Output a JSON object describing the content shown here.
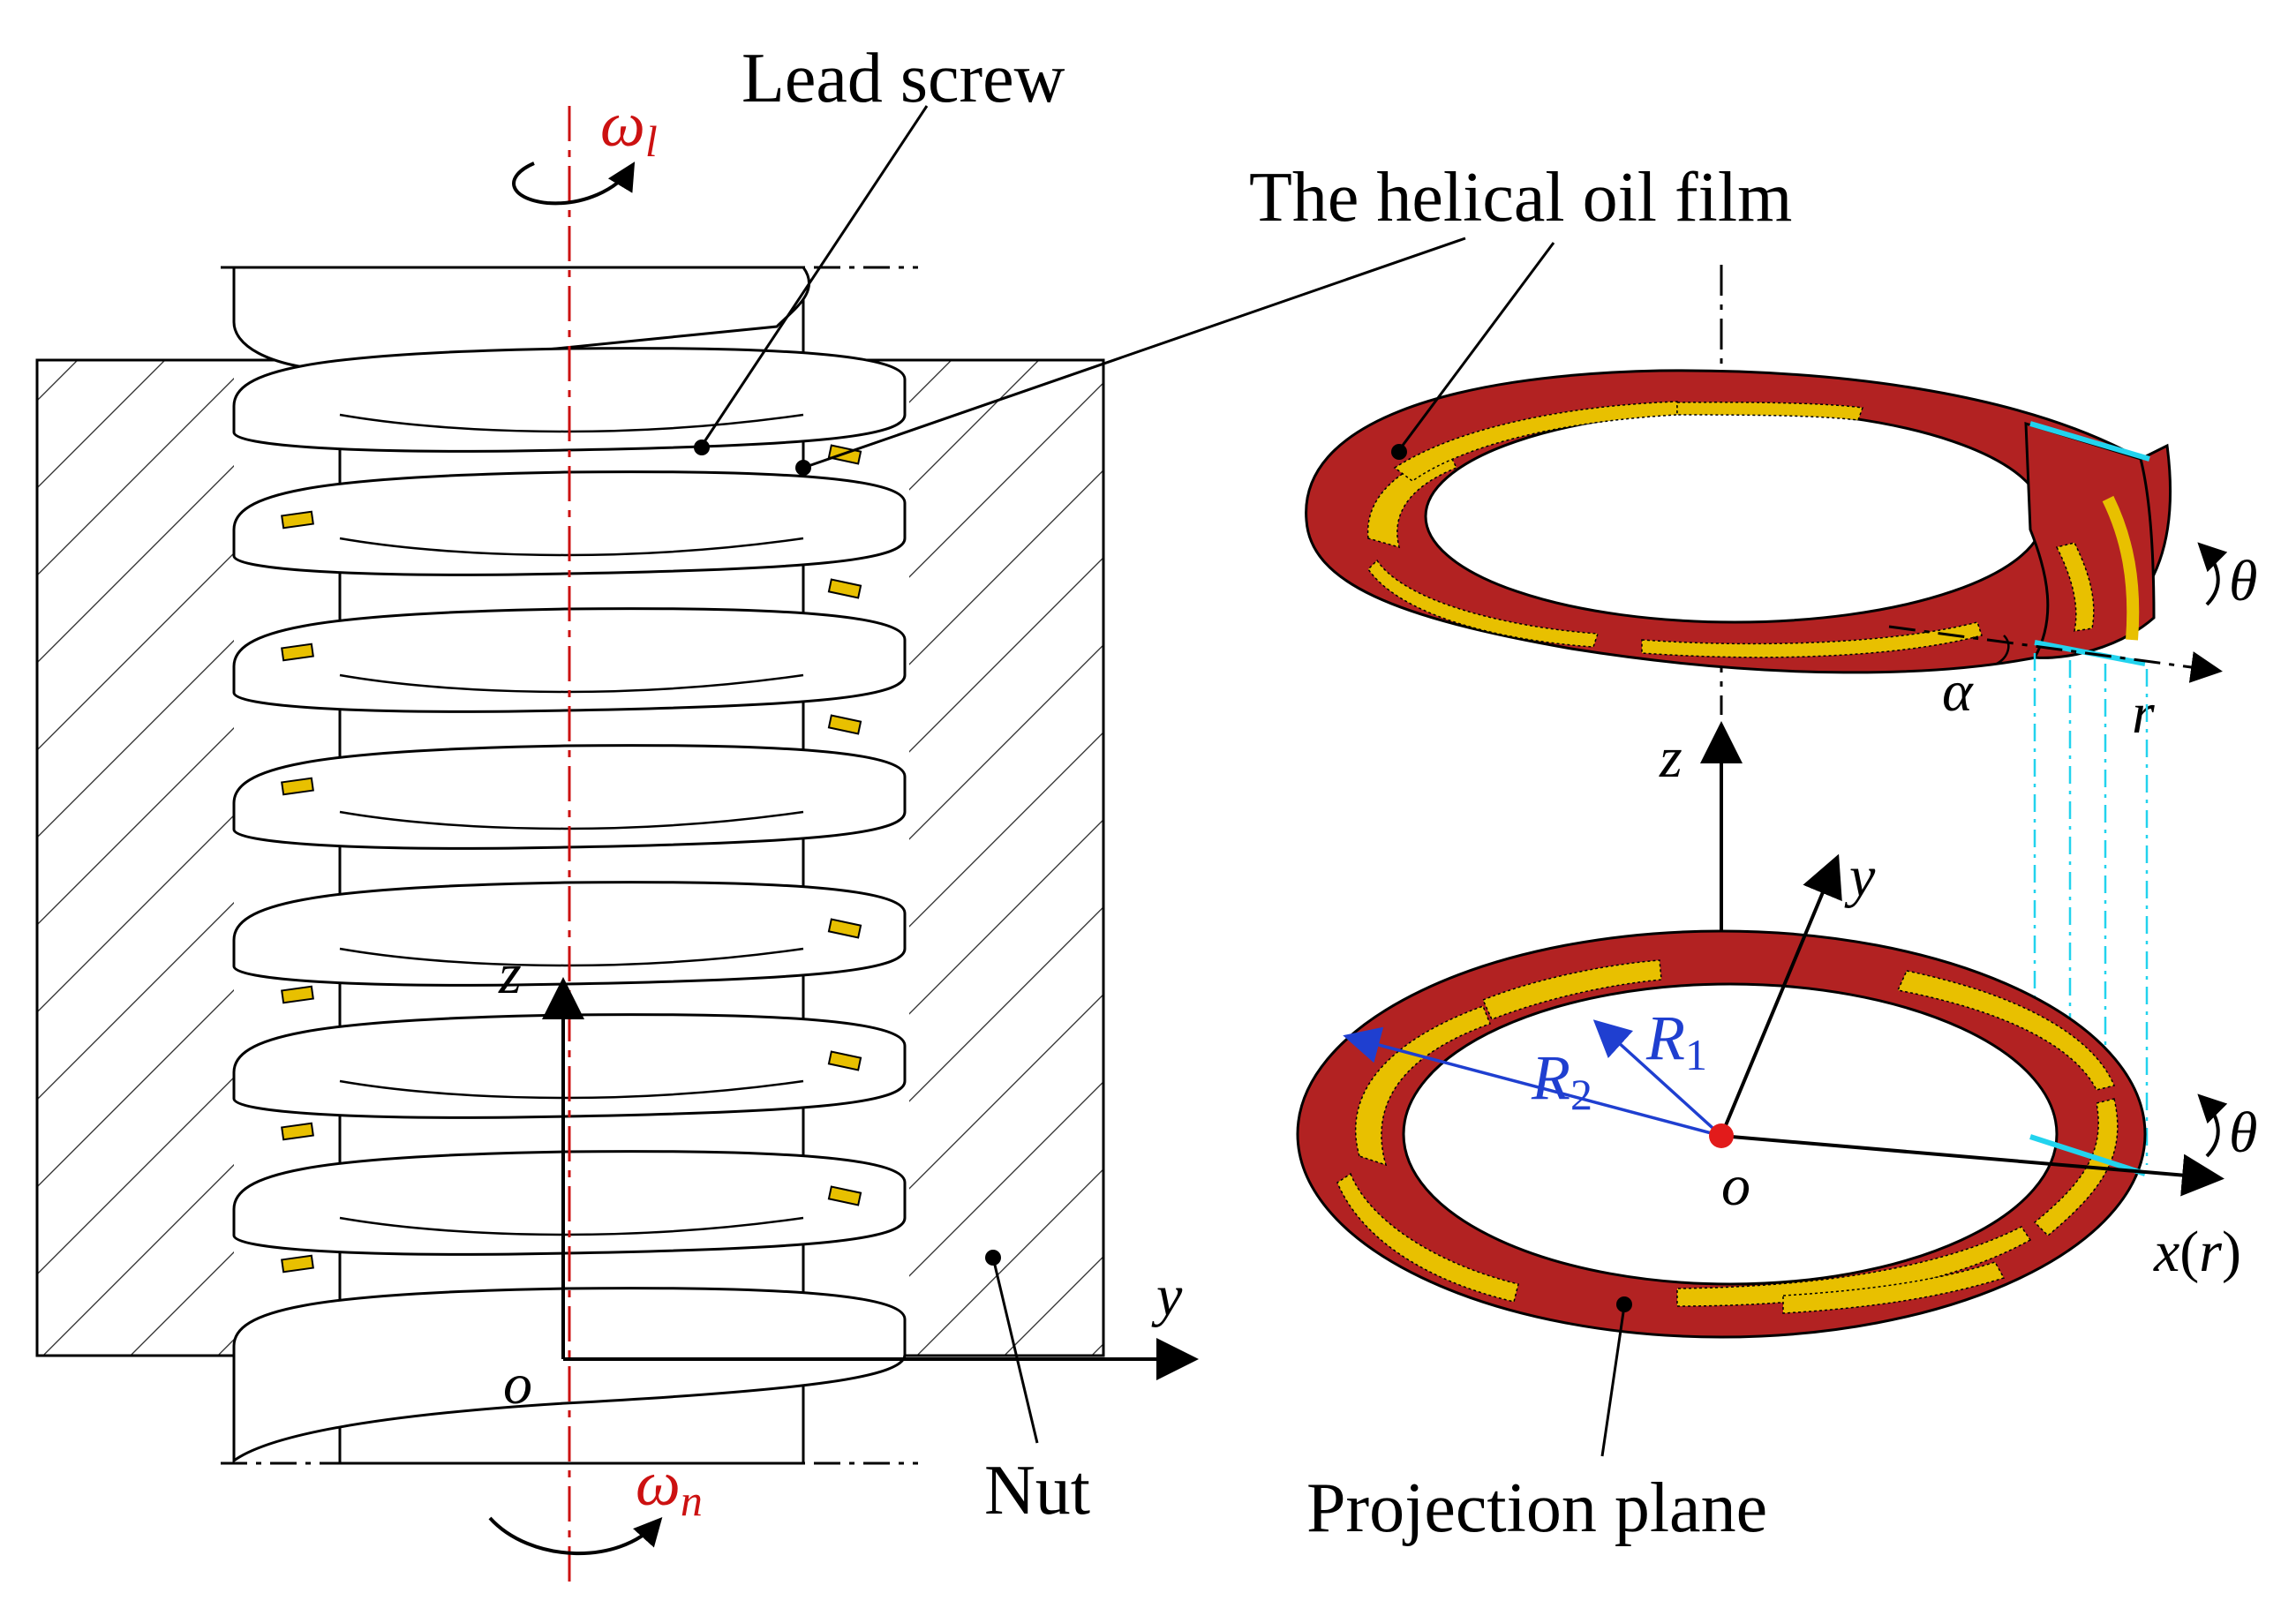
{
  "labels": {
    "lead_screw": "Lead screw",
    "helical_oil_film": "The helical oil film",
    "nut": "Nut",
    "projection_plane": "Projection plane"
  },
  "symbols": {
    "omega": "ω",
    "omega_l_sub": "l",
    "omega_n_sub": "n",
    "z": "z",
    "y": "y",
    "o": "o",
    "theta": "θ",
    "alpha": "α",
    "r": "r",
    "R": "R",
    "R1_sub": "1",
    "R2_sub": "2",
    "x": "x",
    "paren_open": "(",
    "paren_close": ")"
  },
  "colors": {
    "ring_red": "#B22222",
    "oil_yellow": "#E8C000",
    "omega_red": "#CC1111",
    "radius_blue": "#1F3FD0",
    "projection_cyan": "#22D3EE",
    "line": "#000000"
  }
}
